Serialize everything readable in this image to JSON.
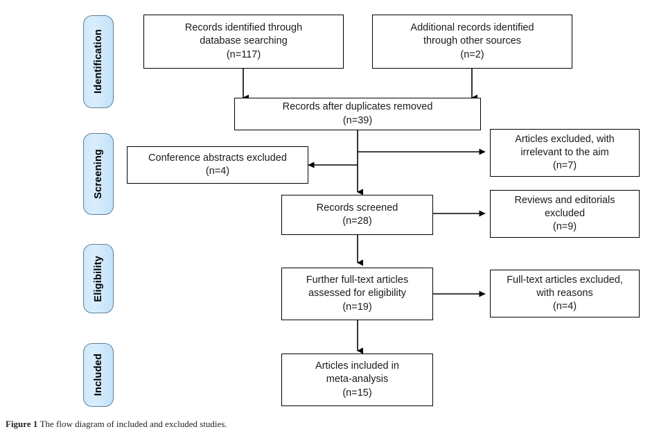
{
  "figure": {
    "caption_label": "Figure 1",
    "caption_text": "The flow diagram of included and excluded studies."
  },
  "colors": {
    "pill_fill": "#cde9fb",
    "pill_border": "#5b7f96",
    "box_border": "#000000",
    "box_fill": "#ffffff",
    "text": "#1a1a1a",
    "connector": "#000000"
  },
  "stages": [
    {
      "id": "identification",
      "label": "Identification"
    },
    {
      "id": "screening",
      "label": "Screening"
    },
    {
      "id": "eligibility",
      "label": "Eligibility"
    },
    {
      "id": "included",
      "label": "Included"
    }
  ],
  "boxes": {
    "records_database": {
      "title": "Records identified through\ndatabase searching",
      "count": "(n=117)",
      "text": "Records identified through\ndatabase searching\n(n=117)"
    },
    "records_other": {
      "title": "Additional records identified\nthrough other sources",
      "count": "(n=2)",
      "text": "Additional records identified\nthrough other sources\n(n=2)"
    },
    "after_duplicates": {
      "title": "Records after duplicates removed",
      "count": "(n=39)",
      "text": "Records after duplicates removed\n(n=39)"
    },
    "conference_excluded": {
      "title": "Conference abstracts excluded",
      "count": "(n=4)",
      "text": "Conference abstracts excluded\n(n=4)"
    },
    "articles_irrelevant": {
      "title": "Articles excluded, with\nirrelevant to the aim",
      "count": "(n=7)",
      "text": "Articles excluded, with\nirrelevant to the aim\n(n=7)"
    },
    "records_screened": {
      "title": "Records screened",
      "count": "(n=28)",
      "text": "Records screened\n(n=28)"
    },
    "reviews_editorials": {
      "title": "Reviews and editorials\nexcluded",
      "count": "(n=9)",
      "text": "Reviews and editorials\nexcluded\n(n=9)"
    },
    "fulltext_assessed": {
      "title": "Further full-text articles\nassessed for eligibility",
      "count": "(n=19)",
      "text": "Further full-text articles\nassessed for eligibility\n(n=19)"
    },
    "fulltext_excluded": {
      "title": "Full-text articles excluded,\nwith reasons",
      "count": "(n=4)",
      "text": "Full-text articles excluded,\nwith reasons\n(n=4)"
    },
    "articles_included": {
      "title": "Articles included in\nmeta-analysis",
      "count": "(n=15)",
      "text": "Articles included in\nmeta-analysis\n(n=15)"
    }
  },
  "chart_data": {
    "type": "diagram",
    "title": "PRISMA flow diagram of included and excluded studies",
    "nodes": [
      {
        "id": "records_database",
        "stage": "Identification",
        "label": "Records identified through database searching",
        "n": 117
      },
      {
        "id": "records_other",
        "stage": "Identification",
        "label": "Additional records identified through other sources",
        "n": 2
      },
      {
        "id": "after_duplicates",
        "stage": "Identification",
        "label": "Records after duplicates removed",
        "n": 39
      },
      {
        "id": "conference_excluded",
        "stage": "Screening",
        "label": "Conference abstracts excluded",
        "n": 4
      },
      {
        "id": "articles_irrelevant",
        "stage": "Screening",
        "label": "Articles excluded, with irrelevant to the aim",
        "n": 7
      },
      {
        "id": "records_screened",
        "stage": "Screening",
        "label": "Records screened",
        "n": 28
      },
      {
        "id": "reviews_editorials",
        "stage": "Screening",
        "label": "Reviews and editorials excluded",
        "n": 9
      },
      {
        "id": "fulltext_assessed",
        "stage": "Eligibility",
        "label": "Further full-text articles assessed for eligibility",
        "n": 19
      },
      {
        "id": "fulltext_excluded",
        "stage": "Eligibility",
        "label": "Full-text articles excluded, with reasons",
        "n": 4
      },
      {
        "id": "articles_included",
        "stage": "Included",
        "label": "Articles included in meta-analysis",
        "n": 15
      }
    ],
    "edges": [
      {
        "from": "records_database",
        "to": "after_duplicates"
      },
      {
        "from": "records_other",
        "to": "after_duplicates"
      },
      {
        "from": "after_duplicates",
        "to": "articles_irrelevant"
      },
      {
        "from": "after_duplicates",
        "to": "conference_excluded"
      },
      {
        "from": "after_duplicates",
        "to": "records_screened"
      },
      {
        "from": "records_screened",
        "to": "reviews_editorials"
      },
      {
        "from": "records_screened",
        "to": "fulltext_assessed"
      },
      {
        "from": "fulltext_assessed",
        "to": "fulltext_excluded"
      },
      {
        "from": "fulltext_assessed",
        "to": "articles_included"
      }
    ]
  }
}
